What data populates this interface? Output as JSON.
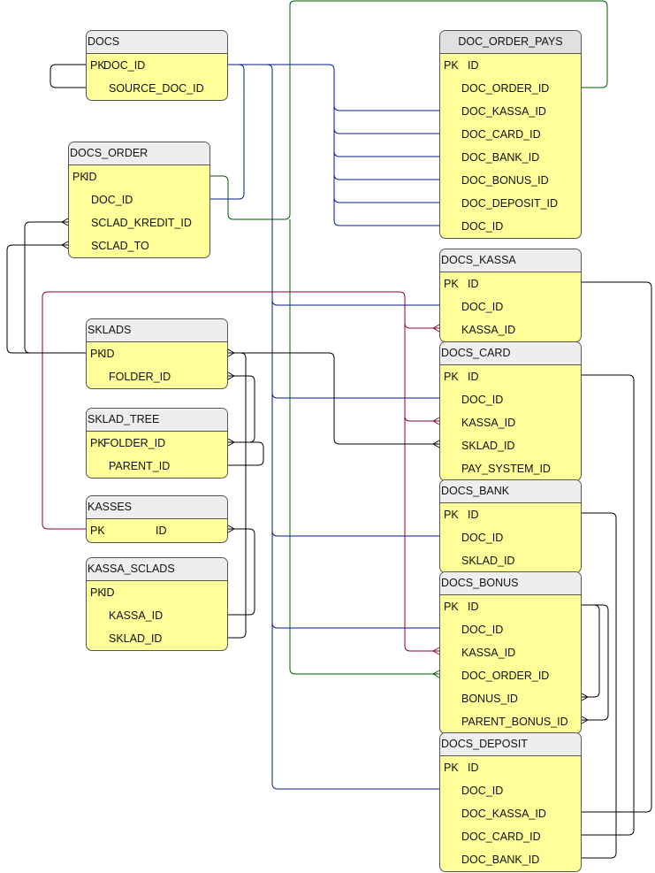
{
  "diagram": {
    "tables": [
      {
        "id": "docs",
        "name": "DOCS",
        "fields": [
          {
            "key": "PK",
            "name": "DOC_ID"
          },
          {
            "key": "",
            "name": "SOURCE_DOC_ID"
          }
        ]
      },
      {
        "id": "docs_order",
        "name": "DOCS_ORDER",
        "fields": [
          {
            "key": "PK",
            "name": "ID"
          },
          {
            "key": "",
            "name": "DOC_ID"
          },
          {
            "key": "",
            "name": "SCLAD_KREDIT_ID"
          },
          {
            "key": "",
            "name": "SCLAD_TO"
          }
        ]
      },
      {
        "id": "sklads",
        "name": "SKLADS",
        "fields": [
          {
            "key": "PK",
            "name": "ID"
          },
          {
            "key": "",
            "name": "FOLDER_ID"
          }
        ]
      },
      {
        "id": "sklad_tree",
        "name": "SKLAD_TREE",
        "fields": [
          {
            "key": "PK",
            "name": "FOLDER_ID"
          },
          {
            "key": "",
            "name": "PARENT_ID"
          }
        ]
      },
      {
        "id": "kasses",
        "name": "KASSES",
        "fields": [
          {
            "key": "PK",
            "name": "ID"
          }
        ]
      },
      {
        "id": "kassa_sclads",
        "name": "KASSA_SCLADS",
        "fields": [
          {
            "key": "PK",
            "name": "ID"
          },
          {
            "key": "",
            "name": "KASSA_ID"
          },
          {
            "key": "",
            "name": "SKLAD_ID"
          }
        ]
      },
      {
        "id": "doc_order_pays",
        "name": "DOC_ORDER_PAYS",
        "fields": [
          {
            "key": "PK",
            "name": "ID"
          },
          {
            "key": "",
            "name": "DOC_ORDER_ID"
          },
          {
            "key": "",
            "name": "DOC_KASSA_ID"
          },
          {
            "key": "",
            "name": "DOC_CARD_ID"
          },
          {
            "key": "",
            "name": "DOC_BANK_ID"
          },
          {
            "key": "",
            "name": "DOC_BONUS_ID"
          },
          {
            "key": "",
            "name": "DOC_DEPOSIT_ID"
          },
          {
            "key": "",
            "name": "DOC_ID"
          }
        ]
      },
      {
        "id": "docs_kassa",
        "name": "DOCS_KASSA",
        "fields": [
          {
            "key": "PK",
            "name": "ID"
          },
          {
            "key": "",
            "name": "DOC_ID"
          },
          {
            "key": "",
            "name": "KASSA_ID"
          }
        ]
      },
      {
        "id": "docs_card",
        "name": "DOCS_CARD",
        "fields": [
          {
            "key": "PK",
            "name": "ID"
          },
          {
            "key": "",
            "name": "DOC_ID"
          },
          {
            "key": "",
            "name": "KASSA_ID"
          },
          {
            "key": "",
            "name": "SKLAD_ID"
          },
          {
            "key": "",
            "name": "PAY_SYSTEM_ID"
          }
        ]
      },
      {
        "id": "docs_bank",
        "name": "DOCS_BANK",
        "fields": [
          {
            "key": "PK",
            "name": "ID"
          },
          {
            "key": "",
            "name": "DOC_ID"
          },
          {
            "key": "",
            "name": "SKLAD_ID"
          }
        ]
      },
      {
        "id": "docs_bonus",
        "name": "DOCS_BONUS",
        "fields": [
          {
            "key": "PK",
            "name": "ID"
          },
          {
            "key": "",
            "name": "DOC_ID"
          },
          {
            "key": "",
            "name": "KASSA_ID"
          },
          {
            "key": "",
            "name": "DOC_ORDER_ID"
          },
          {
            "key": "",
            "name": "BONUS_ID"
          },
          {
            "key": "",
            "name": "PARENT_BONUS_ID"
          }
        ]
      },
      {
        "id": "docs_deposit",
        "name": "DOCS_DEPOSIT",
        "fields": [
          {
            "key": "PK",
            "name": "ID"
          },
          {
            "key": "",
            "name": "DOC_ID"
          },
          {
            "key": "",
            "name": "DOC_KASSA_ID"
          },
          {
            "key": "",
            "name": "DOC_CARD_ID"
          },
          {
            "key": "",
            "name": "DOC_BANK_ID"
          }
        ]
      }
    ],
    "colors": {
      "table_fill": "#ffff99",
      "header_fill": "#eeeeee",
      "border": "#555555",
      "blue_link": "#001b8f",
      "green_link": "#005a00",
      "red_link": "#8a0037",
      "black_link": "#000000"
    }
  }
}
